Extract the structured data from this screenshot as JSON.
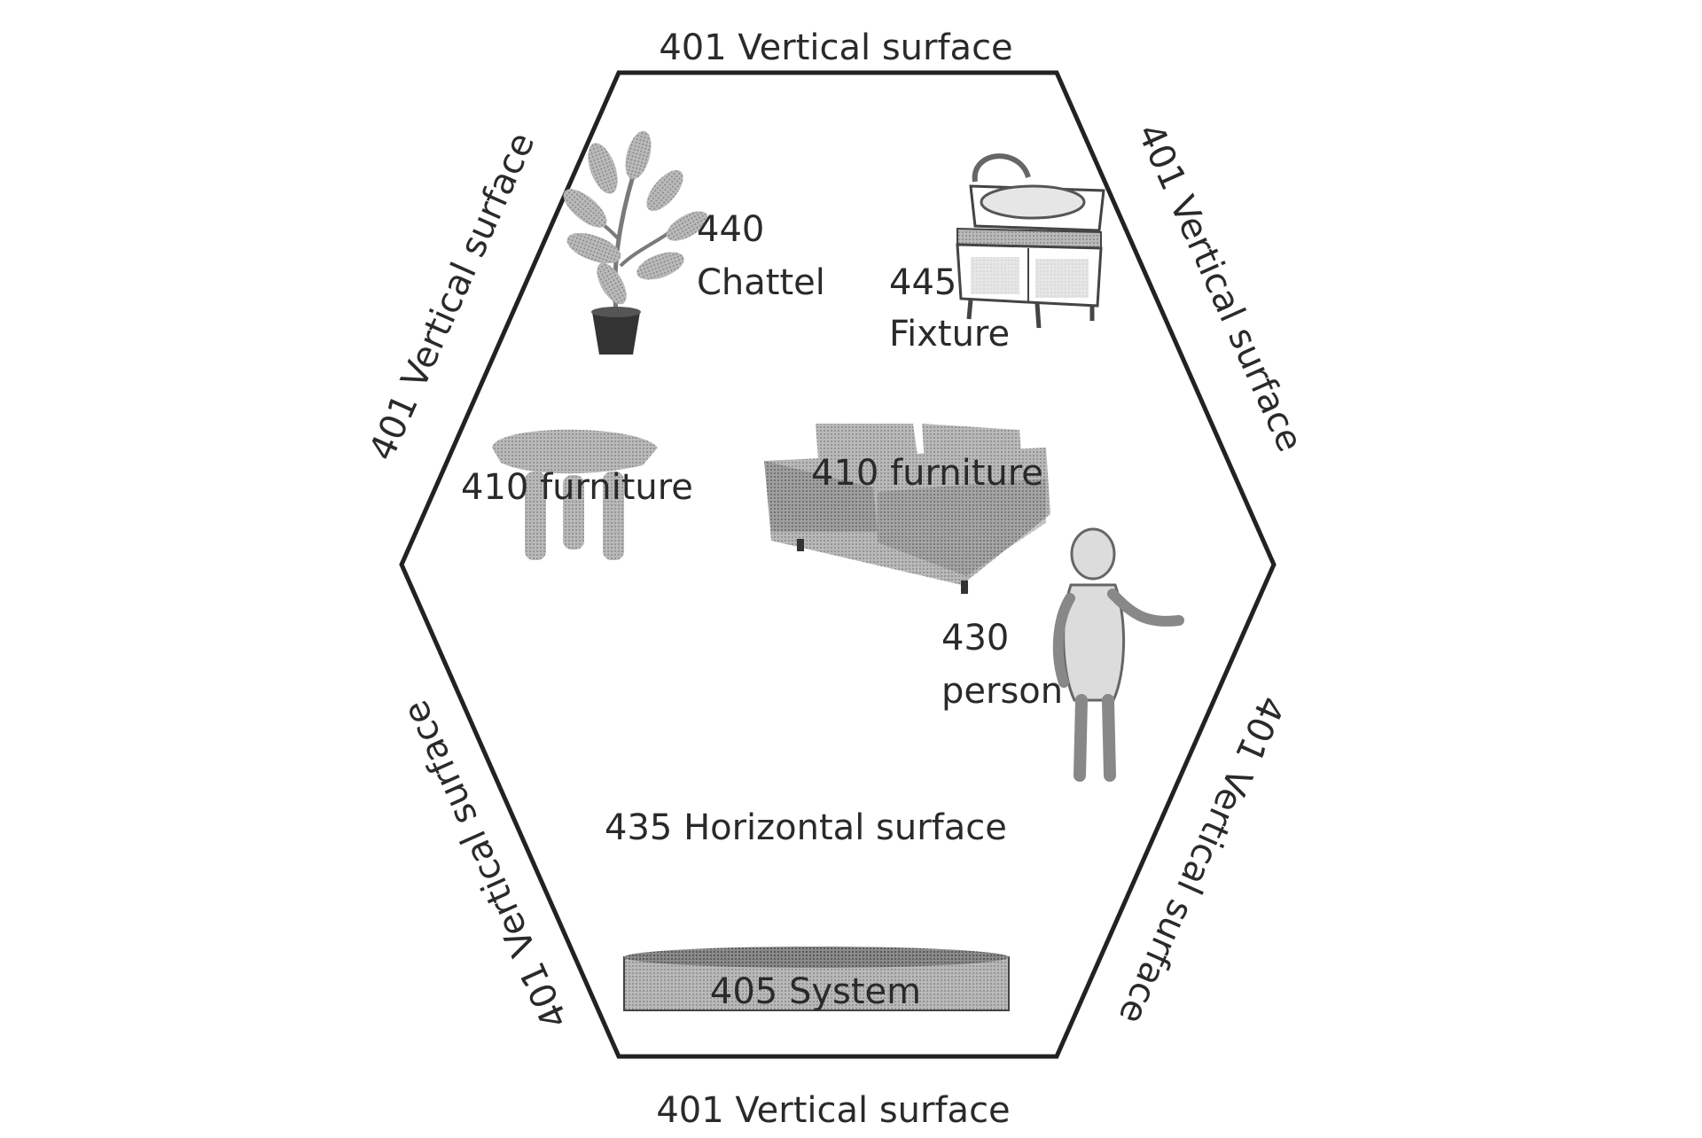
{
  "walls": {
    "top": "401 Vertical surface",
    "upper_left": "401 Vertical surface",
    "upper_right": "401 Vertical surface",
    "lower_left": "401 Vertical surface",
    "lower_right": "401 Vertical surface",
    "bottom": "401 Vertical surface"
  },
  "chattel": {
    "number": "440",
    "name": "Chattel"
  },
  "fixture": {
    "number": "445",
    "name": "Fixture"
  },
  "furniture_table": "410 furniture",
  "furniture_sofa": "410 furniture",
  "person": {
    "number": "430",
    "name": "person"
  },
  "floor": "435 Horizontal surface",
  "system": "405 System",
  "colors": {
    "outline": "#222222",
    "object_fill": "#a9a9a9",
    "object_dark": "#6e6e6e",
    "text": "#2a2a2a"
  }
}
